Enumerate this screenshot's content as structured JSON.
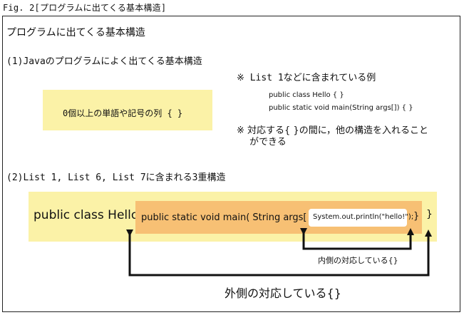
{
  "figure": {
    "label": "Fig. 2[プログラムに出てくる基本構造]",
    "title": "プログラムに出てくる基本構造"
  },
  "section1": {
    "heading": "(1)Javaのプログラムによく出てくる基本構造",
    "box_text": "0個以上の単語や記号の列 { }",
    "example_header": "※ List 1などに含まれている例",
    "code_lines": [
      "public class Hello {  }",
      "public static void main(String args[]) {  }"
    ],
    "note_lines": [
      "※ 対応する{ }の間に，他の構造を入れること",
      "ができる"
    ]
  },
  "section2": {
    "heading": "(2)List 1, List 6, List 7に含まれる3重構造",
    "outer_open": "public class Hello {",
    "outer_close": "}",
    "mid_open": "public static void main( String args[ ] ) {",
    "mid_close": "}",
    "inner_text": "System.out.println(\"hello!\");",
    "inner_caption": "内側の対応している{}",
    "outer_caption": "外側の対応している{}"
  },
  "colors": {
    "yellow": "#fbf2a7",
    "orange": "#f7c074",
    "arrow": "#111111"
  }
}
